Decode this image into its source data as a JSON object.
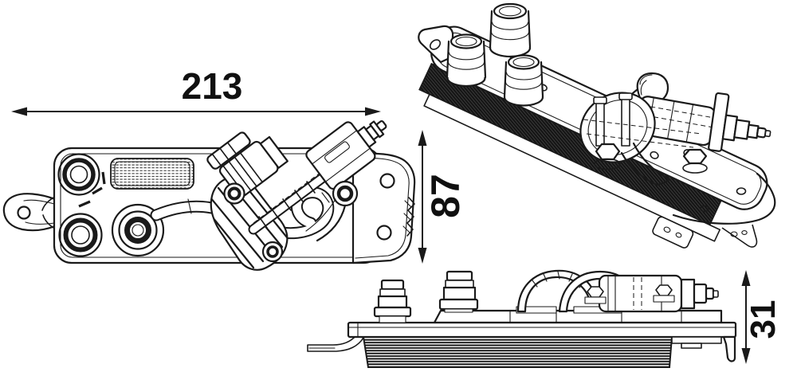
{
  "drawing": {
    "kind": "technical-part-line-drawing",
    "background_color": "#ffffff",
    "line_color": "#1a1a1a",
    "core_fill_color": "#161616",
    "dimensions": {
      "length": {
        "value": "213",
        "orientation": "horizontal"
      },
      "height": {
        "value": "87",
        "orientation": "vertical"
      },
      "thickness": {
        "value": "31",
        "orientation": "vertical"
      }
    }
  }
}
